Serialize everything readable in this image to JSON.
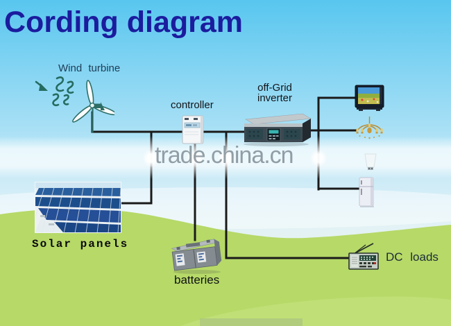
{
  "title": "Cording diagram",
  "watermark": "trade.china.cn",
  "components": {
    "wind_turbine": {
      "label": "Wind turbine",
      "icon": "wind-turbine-icon"
    },
    "wind": {
      "icon": "wind-swirl-icon"
    },
    "solar_panels": {
      "label": "Solar panels",
      "icon": "solar-panels-image"
    },
    "controller": {
      "label": "controller",
      "icon": "controller-device"
    },
    "inverter": {
      "label_line1": "off-Grid",
      "label_line2": "inverter",
      "icon": "inverter-device"
    },
    "batteries": {
      "label": "batteries",
      "icon": "batteries-image"
    },
    "dc_loads": {
      "label": "DC loads",
      "icon": "dc-loads-radio"
    }
  },
  "ac_appliances": [
    {
      "icon": "tv-icon"
    },
    {
      "icon": "chandelier-icon"
    },
    {
      "icon": "water-heater-icon"
    },
    {
      "icon": "refrigerator-icon"
    }
  ],
  "colors": {
    "title": "#1b1c9e",
    "wire": "#1a1a1a",
    "sky_top": "#58c6ef",
    "grass": "#b6d968",
    "watermark": "#7b8890",
    "wind_teal": "#2a6e64"
  }
}
